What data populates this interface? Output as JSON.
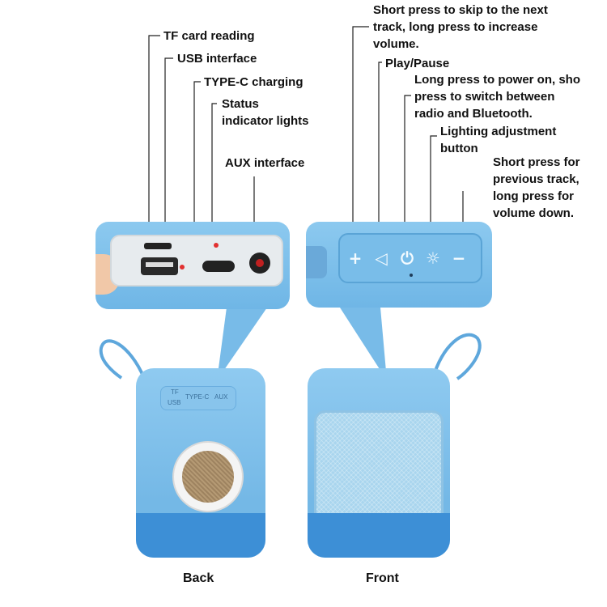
{
  "labels": {
    "tf_card": "TF card reading",
    "usb": "USB interface",
    "type_c": "TYPE-C charging",
    "status": "Status\nindicator lights",
    "aux": "AUX interface",
    "skip_next": "Short press to skip to the next\ntrack, long press to increase\nvolume.",
    "play_pause": "Play/Pause",
    "power": "Long press to power on, sho\npress to switch between\nradio and Bluetooth.",
    "lighting": "Lighting adjustment\nbutton",
    "prev_track": "Short press for\nprevious track,\nlong press for\nvolume down."
  },
  "buttons": {
    "plus": "+",
    "play": "◁",
    "power": "⏻",
    "light": "☼",
    "minus": "−"
  },
  "speaker_tag": {
    "tf": "TF",
    "usb": "USB",
    "type_c": "TYPE-C",
    "aux": "AUX"
  },
  "captions": {
    "back": "Back",
    "front": "Front"
  },
  "colors": {
    "speaker_blue": "#7bbde9",
    "base_blue": "#3d8fd6",
    "indicator_red": "#e23030"
  }
}
